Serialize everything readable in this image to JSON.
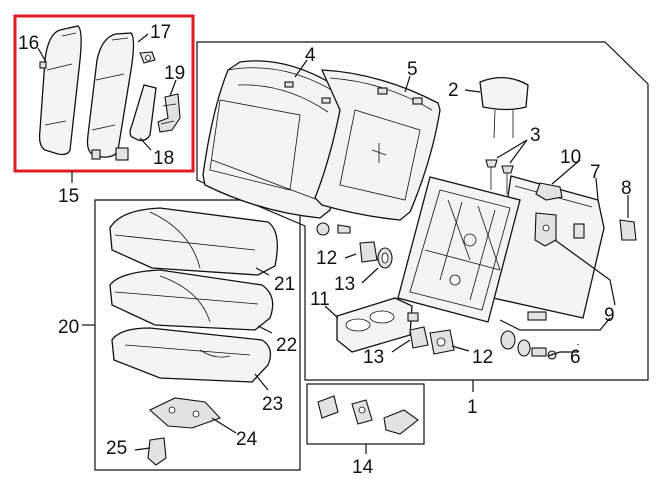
{
  "callouts": {
    "c1": "1",
    "c2": "2",
    "c3": "3",
    "c4": "4",
    "c5": "5",
    "c6": "6",
    "c7": "7",
    "c8": "8",
    "c9": "9",
    "c10": "10",
    "c11": "11",
    "c12": "12",
    "c13": "13",
    "c14": "14",
    "c15": "15",
    "c16": "16",
    "c17": "17",
    "c18": "18",
    "c19": "19",
    "c20": "20",
    "c21": "21",
    "c22": "22",
    "c23": "23",
    "c24": "24",
    "c25": "25"
  },
  "colors": {
    "highlight": "#e01b24",
    "line": "#111111",
    "background": "#ffffff"
  }
}
